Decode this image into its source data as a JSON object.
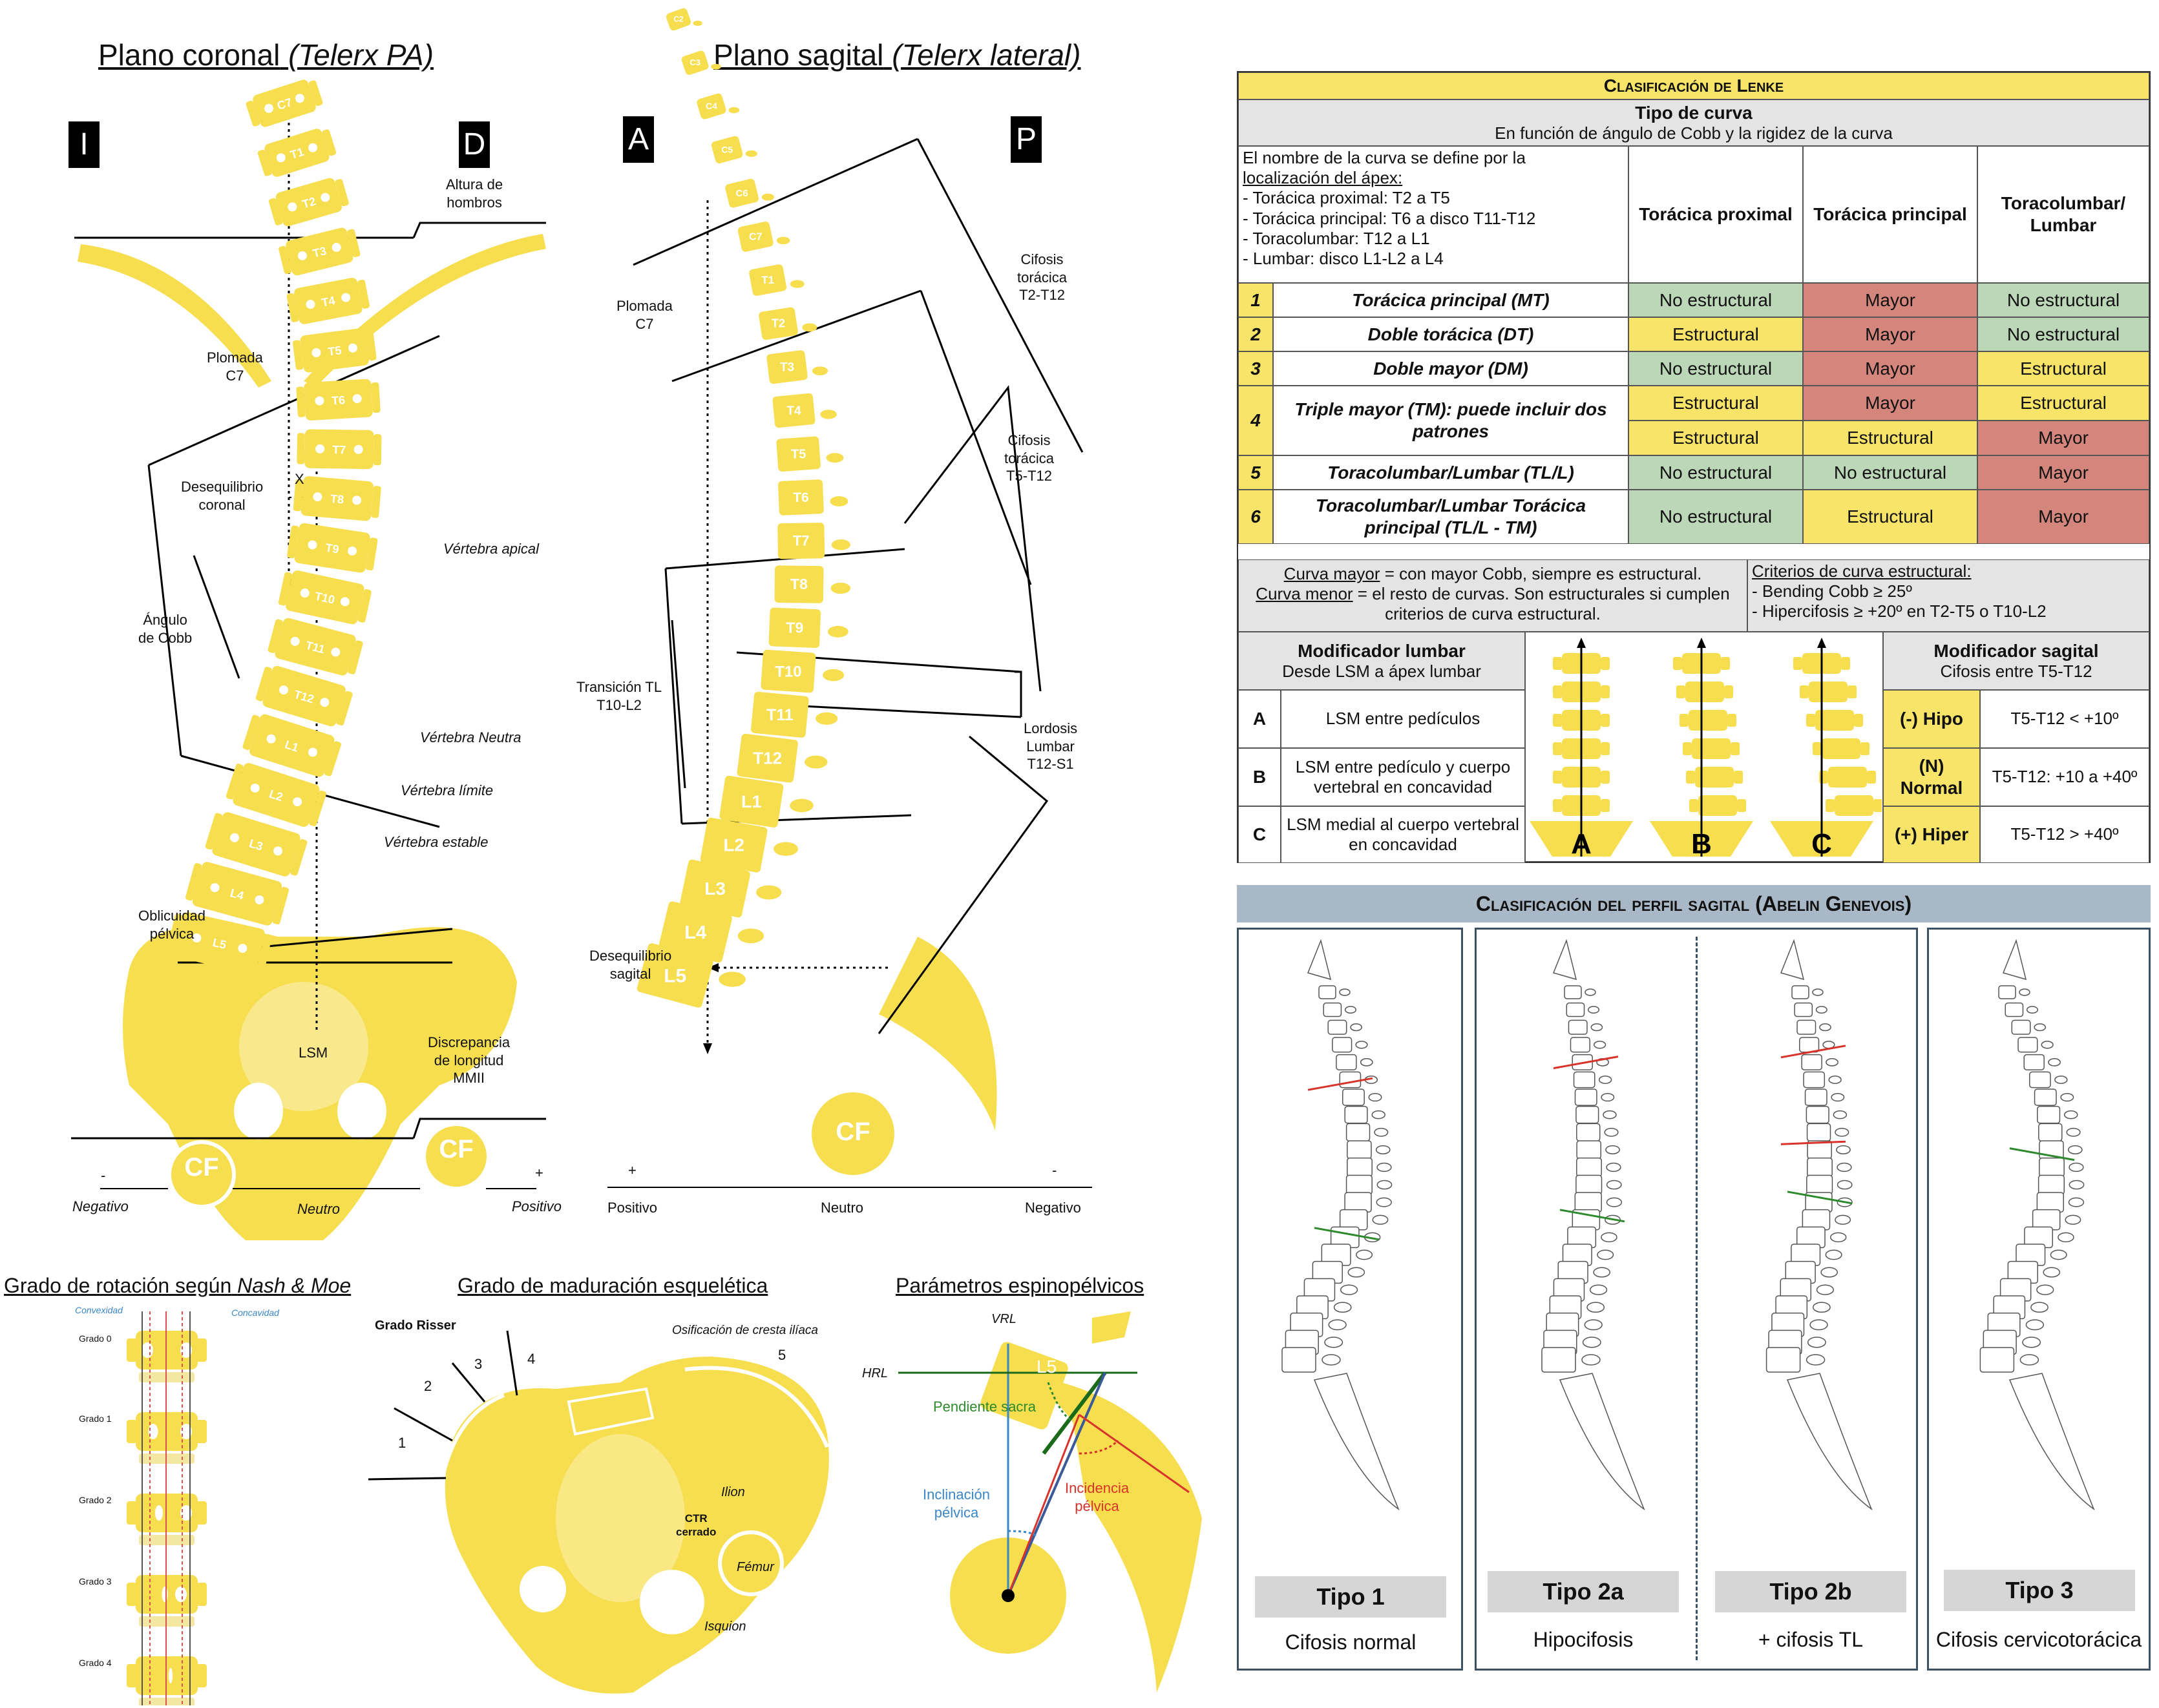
{
  "coronal": {
    "title_main": "Plano coronal",
    "title_italic": "(Telerx PA)",
    "left_letter": "I",
    "right_letter": "D",
    "vertebrae": [
      "C7",
      "T1",
      "T2",
      "T3",
      "T4",
      "T5",
      "T6",
      "T7",
      "T8",
      "T9",
      "T10",
      "T11",
      "T12",
      "L1",
      "L2",
      "L3",
      "L4",
      "L5"
    ],
    "labels": {
      "shoulders": "Altura de\nhombros",
      "plumb": "Plomada\nC7",
      "imbalance": "Desequilibrio\ncoronal",
      "x": "X",
      "cobb": "Ángulo\nde Cobb",
      "apical": "Vértebra apical",
      "neutral": "Vértebra Neutra",
      "limit": "Vértebra límite",
      "stable": "Vértebra estable",
      "pelvic": "Oblicuidad\npélvica",
      "lsm": "LSM",
      "limb": "Discrepancia\nde longitud\nMMII",
      "cf": "CF",
      "minus": "-",
      "plus": "+",
      "negative": "Negativo",
      "neutral_scale": "Neutro",
      "positive": "Positivo"
    }
  },
  "sagittal": {
    "title_main": "Plano sagital",
    "title_italic": "(Telerx lateral)",
    "left_letter": "A",
    "right_letter": "P",
    "vertebrae": [
      "C2",
      "C3",
      "C4",
      "C5",
      "C6",
      "C7",
      "T1",
      "T2",
      "T3",
      "T4",
      "T5",
      "T6",
      "T7",
      "T8",
      "T9",
      "T10",
      "T11",
      "T12",
      "L1",
      "L2",
      "L3",
      "L4",
      "L5"
    ],
    "labels": {
      "plumb": "Plomada\nC7",
      "kyph1": "Cifosis\ntorácica\nT2-T12",
      "kyph2": "Cifosis\ntorácica\nT5-T12",
      "tl": "Transición TL\nT10-L2",
      "lord": "Lordosis\nLumbar\nT12-S1",
      "imb": "Desequilibrio\nsagital",
      "cf": "CF",
      "plus": "+",
      "minus": "-",
      "positive": "Positivo",
      "neutral": "Neutro",
      "negative": "Negativo"
    }
  },
  "rotation": {
    "title_main": "Grado de rotación según",
    "title_italic": "Nash & Moe",
    "convexity": "Convexidad",
    "concavity": "Concavidad",
    "grades": [
      "Grado 0",
      "Grado 1",
      "Grado 2",
      "Grado 3",
      "Grado 4"
    ]
  },
  "maturation": {
    "title": "Grado de maduración esquelética",
    "risser": "Grado Risser",
    "numbers": [
      "1",
      "2",
      "3",
      "4",
      "5"
    ],
    "crest": "Osificación de cresta ilíaca",
    "ilion": "Ilion",
    "ctr": "CTR\ncerrado",
    "femur": "Fémur",
    "isquion": "Isquion"
  },
  "spinopelvic": {
    "title": "Parámetros espinopélvicos",
    "vrl": "VRL",
    "hrl": "HRL",
    "l5": "L5",
    "slope": "Pendiente sacra",
    "tilt": "Inclinación\npélvica",
    "incidence": "Incidencia\npélvica"
  },
  "lenke": {
    "title": "Clasificación de Lenke",
    "curve_type": "Tipo de curva",
    "curve_sub": "En función de ángulo de Cobb y la rigidez de la curva",
    "apex_intro": "El nombre de la curva se define por la",
    "apex_link": "localización del ápex",
    "apex_items": [
      "-  Torácica proximal: T2 a T5",
      "-  Torácica principal: T6 a disco T11-T12",
      "-  Toracolumbar: T12 a L1",
      "-  Lumbar: disco L1-L2 a L4"
    ],
    "col_headers": [
      "Torácica proximal",
      "Torácica principal",
      "Toracolumbar/\nLumbar"
    ],
    "rows": [
      {
        "n": "1",
        "name": "Torácica principal (MT)",
        "vals": [
          "No estructural",
          "Mayor",
          "No estructural"
        ],
        "colors": [
          "grn",
          "red",
          "grn"
        ]
      },
      {
        "n": "2",
        "name": "Doble torácica (DT)",
        "vals": [
          "Estructural",
          "Mayor",
          "No estructural"
        ],
        "colors": [
          "yel",
          "red",
          "grn"
        ]
      },
      {
        "n": "3",
        "name": "Doble mayor (DM)",
        "vals": [
          "No estructural",
          "Mayor",
          "Estructural"
        ],
        "colors": [
          "grn",
          "red",
          "yel"
        ]
      },
      {
        "n": "4",
        "name": "Triple mayor (TM): puede incluir dos patrones",
        "vals": [
          "Estructural",
          "Mayor",
          "Estructural"
        ],
        "colors": [
          "yel",
          "red",
          "yel"
        ],
        "vals2": [
          "Estructural",
          "Estructural",
          "Mayor"
        ],
        "colors2": [
          "yel",
          "yel",
          "red"
        ]
      },
      {
        "n": "5",
        "name": "Toracolumbar/Lumbar (TL/L)",
        "vals": [
          "No estructural",
          "No estructural",
          "Mayor"
        ],
        "colors": [
          "grn",
          "grn",
          "red"
        ]
      },
      {
        "n": "6",
        "name": "Toracolumbar/Lumbar Torácica principal (TL/L - TM)",
        "vals": [
          "No estructural",
          "Estructural",
          "Mayor"
        ],
        "colors": [
          "grn",
          "yel",
          "red"
        ]
      }
    ],
    "note_left_1a": "Curva mayor",
    "note_left_1b": " = con mayor Cobb, siempre es estructural.",
    "note_left_2a": "Curva menor",
    "note_left_2b": " = el resto de curvas. Son estructurales si cumplen criterios de curva estructural.",
    "note_right_title": "Criterios de curva estructural:",
    "note_right_items": [
      "-  Bending Cobb ≥ 25º",
      "-  Hipercifosis ≥ +20º en T2-T5 o T10-L2"
    ],
    "lumbar_mod_title": "Modificador lumbar",
    "lumbar_mod_sub": "Desde LSM a ápex lumbar",
    "lumbar_mods": [
      {
        "k": "A",
        "v": "LSM entre pedículos"
      },
      {
        "k": "B",
        "v": "LSM entre pedículo y cuerpo vertebral en concavidad"
      },
      {
        "k": "C",
        "v": "LSM medial al cuerpo vertebral en concavidad"
      }
    ],
    "icon_letters": [
      "A",
      "B",
      "C"
    ],
    "sag_mod_title": "Modificador sagital",
    "sag_mod_sub": "Cifosis entre T5-T12",
    "sag_mods": [
      {
        "k": "(-) Hipo",
        "v": "T5-T12 < +10º"
      },
      {
        "k": "(N) Normal",
        "v": "T5-T12: +10 a +40º"
      },
      {
        "k": "(+) Hiper",
        "v": "T5-T12 > +40º"
      }
    ]
  },
  "sagittal_profile": {
    "title": "Clasificación del perfil sagital (Abelin Genevois)",
    "types": [
      {
        "name": "Tipo 1",
        "desc": "Cifosis normal"
      },
      {
        "name": "Tipo 2a",
        "desc": "Hipocifosis"
      },
      {
        "name": "Tipo 2b",
        "desc": "+ cifosis TL"
      },
      {
        "name": "Tipo 3",
        "desc": "Cifosis cervicotorácica"
      }
    ]
  },
  "colors": {
    "bone": "#f6de4f",
    "bone_light": "#f3e7a2",
    "red": "#d8332b",
    "green": "#2c8a2c",
    "blue": "#3a86c8"
  }
}
